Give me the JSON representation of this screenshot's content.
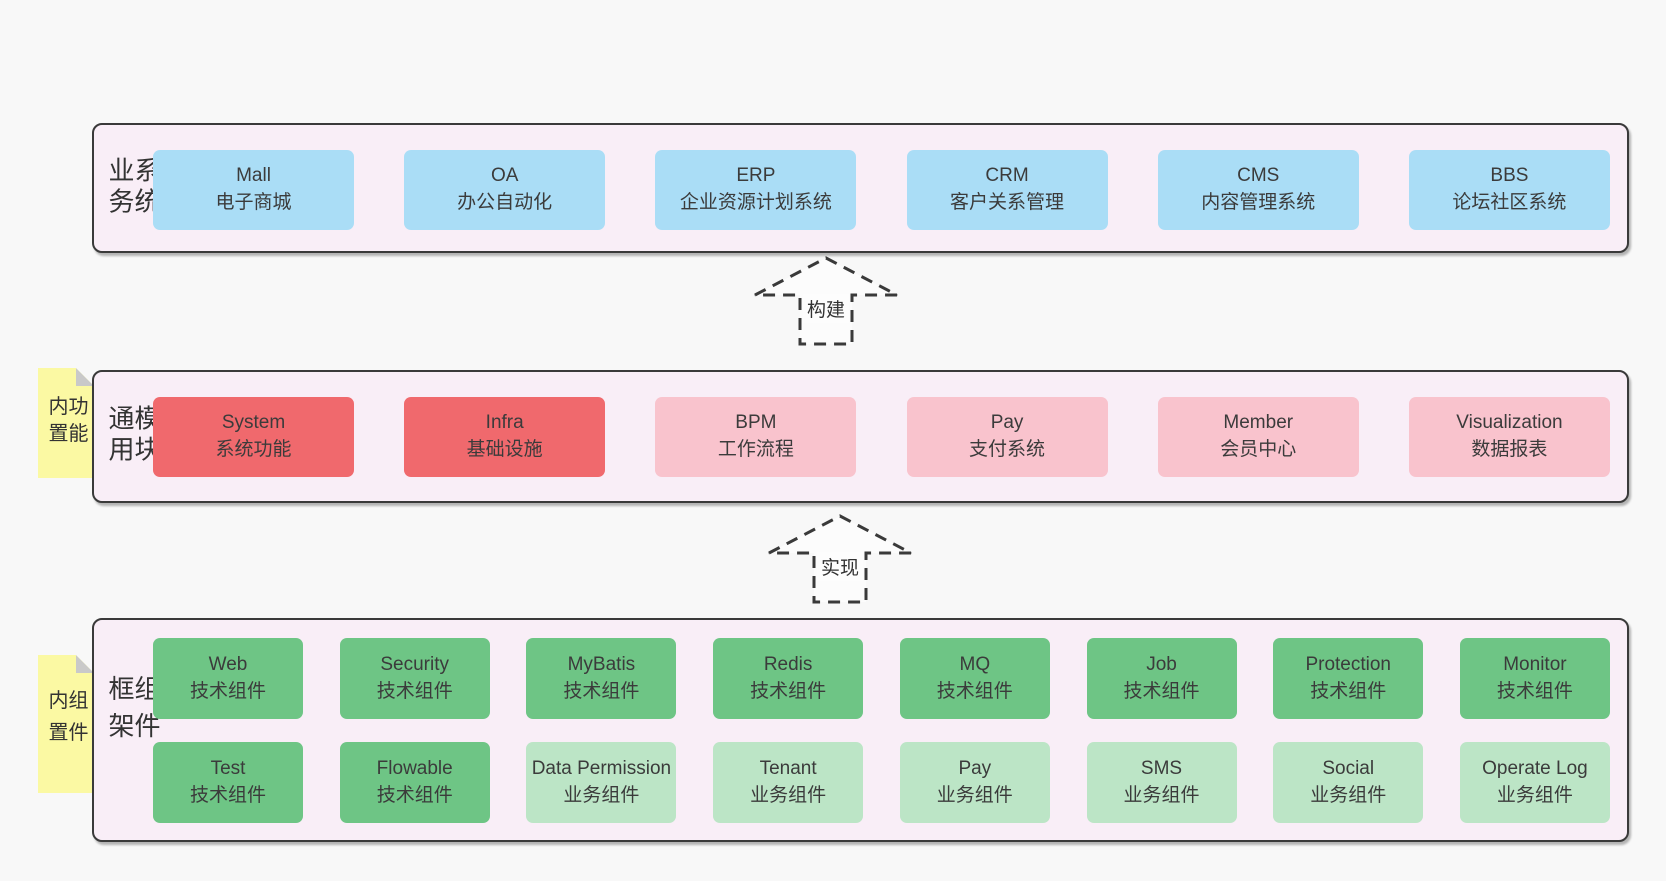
{
  "page": {
    "background": "#f8f8f8"
  },
  "colors": {
    "container_bg": "#f9eef7",
    "border": "#3a3a3a",
    "blue_box": "#aaddf6",
    "red_box": "#f0696d",
    "pink_box": "#f9c3cd",
    "green_box": "#6ec585",
    "light_green_box": "#bce5c6",
    "note_yellow": "#fbf9a3",
    "text": "#3b3b3b"
  },
  "arrows": {
    "build": {
      "label": "构建"
    },
    "implement": {
      "label": "实现"
    }
  },
  "sections": {
    "business": {
      "side_label": "业务系统",
      "boxes": [
        {
          "name": "Mall",
          "subtitle": "电子商城"
        },
        {
          "name": "OA",
          "subtitle": "办公自动化"
        },
        {
          "name": "ERP",
          "subtitle": "企业资源计划系统"
        },
        {
          "name": "CRM",
          "subtitle": "客户关系管理"
        },
        {
          "name": "CMS",
          "subtitle": "内容管理系统"
        },
        {
          "name": "BBS",
          "subtitle": "论坛社区系统"
        }
      ]
    },
    "common": {
      "side_label": "通用模块",
      "note_label": "内置功能",
      "boxes": [
        {
          "name": "System",
          "subtitle": "系统功能"
        },
        {
          "name": "Infra",
          "subtitle": "基础设施"
        },
        {
          "name": "BPM",
          "subtitle": "工作流程"
        },
        {
          "name": "Pay",
          "subtitle": "支付系统"
        },
        {
          "name": "Member",
          "subtitle": "会员中心"
        },
        {
          "name": "Visualization",
          "subtitle": "数据报表"
        }
      ]
    },
    "framework": {
      "side_label": "框架组件",
      "note_label": "内置组件",
      "row1": [
        {
          "name": "Web",
          "subtitle": "技术组件"
        },
        {
          "name": "Security",
          "subtitle": "技术组件"
        },
        {
          "name": "MyBatis",
          "subtitle": "技术组件"
        },
        {
          "name": "Redis",
          "subtitle": "技术组件"
        },
        {
          "name": "MQ",
          "subtitle": "技术组件"
        },
        {
          "name": "Job",
          "subtitle": "技术组件"
        },
        {
          "name": "Protection",
          "subtitle": "技术组件"
        },
        {
          "name": "Monitor",
          "subtitle": "技术组件"
        }
      ],
      "row2": [
        {
          "name": "Test",
          "subtitle": "技术组件"
        },
        {
          "name": "Flowable",
          "subtitle": "技术组件"
        },
        {
          "name": "Data Permission",
          "subtitle": "业务组件"
        },
        {
          "name": "Tenant",
          "subtitle": "业务组件"
        },
        {
          "name": "Pay",
          "subtitle": "业务组件"
        },
        {
          "name": "SMS",
          "subtitle": "业务组件"
        },
        {
          "name": "Social",
          "subtitle": "业务组件"
        },
        {
          "name": "Operate Log",
          "subtitle": "业务组件"
        }
      ]
    }
  }
}
